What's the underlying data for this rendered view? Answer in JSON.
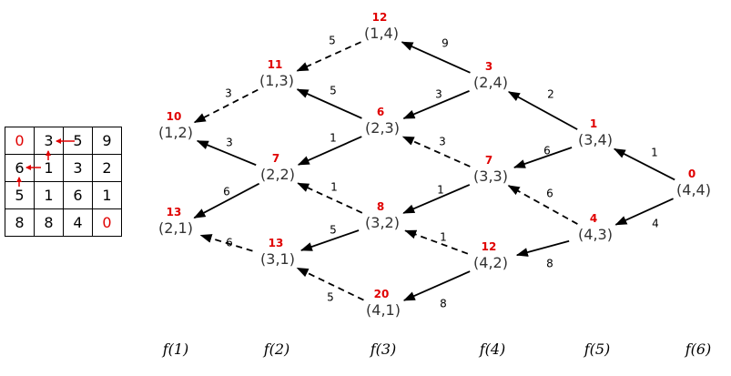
{
  "grid": {
    "rows": [
      [
        {
          "v": "0",
          "red": true
        },
        {
          "v": "3",
          "red": false
        },
        {
          "v": "5",
          "red": false
        },
        {
          "v": "9",
          "red": false
        }
      ],
      [
        {
          "v": "6",
          "red": false
        },
        {
          "v": "1",
          "red": false
        },
        {
          "v": "3",
          "red": false
        },
        {
          "v": "2",
          "red": false
        }
      ],
      [
        {
          "v": "5",
          "red": false
        },
        {
          "v": "1",
          "red": false
        },
        {
          "v": "6",
          "red": false
        },
        {
          "v": "1",
          "red": false
        }
      ],
      [
        {
          "v": "8",
          "red": false
        },
        {
          "v": "8",
          "red": false
        },
        {
          "v": "4",
          "red": false
        },
        {
          "v": "0",
          "red": true
        }
      ]
    ]
  },
  "nodes": [
    {
      "id": "1,4",
      "label": "(1,4)",
      "value": "12"
    },
    {
      "id": "1,3",
      "label": "(1,3)",
      "value": "11"
    },
    {
      "id": "2,4",
      "label": "(2,4)",
      "value": "3"
    },
    {
      "id": "1,2",
      "label": "(1,2)",
      "value": "10"
    },
    {
      "id": "2,3",
      "label": "(2,3)",
      "value": "6"
    },
    {
      "id": "3,4",
      "label": "(3,4)",
      "value": "1"
    },
    {
      "id": "2,2",
      "label": "(2,2)",
      "value": "7"
    },
    {
      "id": "3,3",
      "label": "(3,3)",
      "value": "7"
    },
    {
      "id": "4,4",
      "label": "(4,4)",
      "value": "0"
    },
    {
      "id": "2,1",
      "label": "(2,1)",
      "value": "13"
    },
    {
      "id": "3,2",
      "label": "(3,2)",
      "value": "8"
    },
    {
      "id": "4,3",
      "label": "(4,3)",
      "value": "4"
    },
    {
      "id": "3,1",
      "label": "(3,1)",
      "value": "13"
    },
    {
      "id": "4,2",
      "label": "(4,2)",
      "value": "12"
    },
    {
      "id": "4,1",
      "label": "(4,1)",
      "value": "20"
    }
  ],
  "edges": [
    {
      "from": "4,4",
      "to": "3,4",
      "weight": "1",
      "dashed": false
    },
    {
      "from": "4,4",
      "to": "4,3",
      "weight": "4",
      "dashed": false
    },
    {
      "from": "3,4",
      "to": "2,4",
      "weight": "2",
      "dashed": false
    },
    {
      "from": "3,4",
      "to": "3,3",
      "weight": "6",
      "dashed": false
    },
    {
      "from": "4,3",
      "to": "3,3",
      "weight": "6",
      "dashed": true
    },
    {
      "from": "4,3",
      "to": "4,2",
      "weight": "8",
      "dashed": false
    },
    {
      "from": "2,4",
      "to": "1,4",
      "weight": "9",
      "dashed": false
    },
    {
      "from": "2,4",
      "to": "2,3",
      "weight": "3",
      "dashed": false
    },
    {
      "from": "3,3",
      "to": "2,3",
      "weight": "3",
      "dashed": true
    },
    {
      "from": "3,3",
      "to": "3,2",
      "weight": "1",
      "dashed": false
    },
    {
      "from": "4,2",
      "to": "3,2",
      "weight": "1",
      "dashed": true
    },
    {
      "from": "4,2",
      "to": "4,1",
      "weight": "8",
      "dashed": false
    },
    {
      "from": "1,4",
      "to": "1,3",
      "weight": "5",
      "dashed": true
    },
    {
      "from": "2,3",
      "to": "1,3",
      "weight": "5",
      "dashed": false
    },
    {
      "from": "2,3",
      "to": "2,2",
      "weight": "1",
      "dashed": false
    },
    {
      "from": "3,2",
      "to": "2,2",
      "weight": "1",
      "dashed": true
    },
    {
      "from": "3,2",
      "to": "3,1",
      "weight": "5",
      "dashed": false
    },
    {
      "from": "4,1",
      "to": "3,1",
      "weight": "5",
      "dashed": true
    },
    {
      "from": "1,3",
      "to": "1,2",
      "weight": "3",
      "dashed": true
    },
    {
      "from": "2,2",
      "to": "1,2",
      "weight": "3",
      "dashed": false
    },
    {
      "from": "2,2",
      "to": "2,1",
      "weight": "6",
      "dashed": false
    },
    {
      "from": "3,1",
      "to": "2,1",
      "weight": "6",
      "dashed": true
    }
  ],
  "stage_labels": [
    "f(1)",
    "f(2)",
    "f(3)",
    "f(4)",
    "f(5)",
    "f(6)"
  ],
  "colors": {
    "highlight": "#e00000",
    "edge": "#000000",
    "node_text": "#333333"
  }
}
